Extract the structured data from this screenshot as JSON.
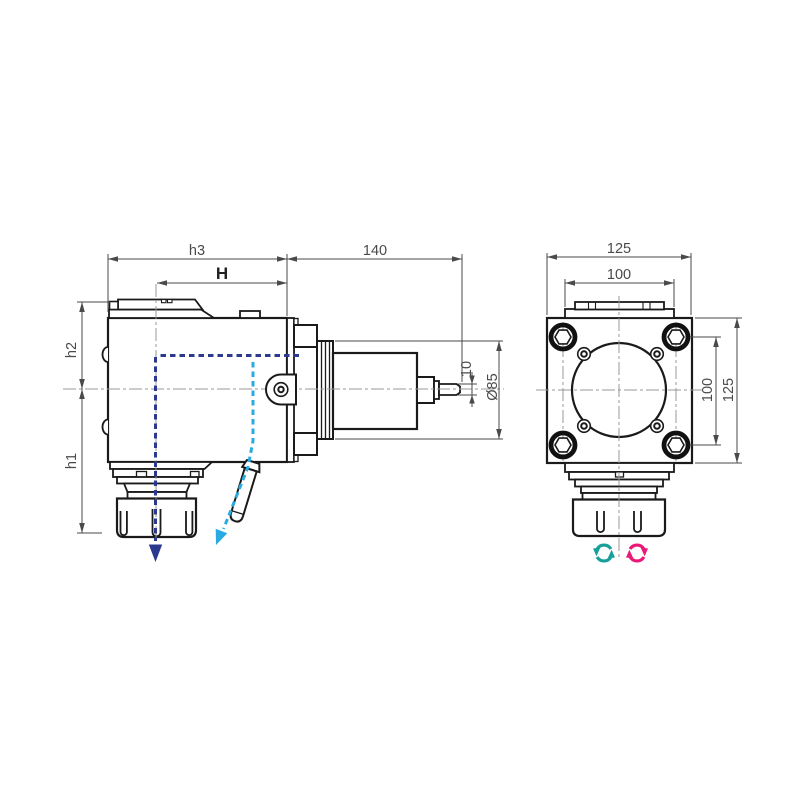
{
  "drawing": {
    "side_view": {
      "labels": {
        "h3": "h3",
        "H": "H",
        "length": "140",
        "h2": "h2",
        "h1": "h1",
        "shaft_dia": "10",
        "flange_dia": "Ø85"
      }
    },
    "front_view": {
      "labels": {
        "width": "125",
        "bolt_spacing_top": "100",
        "bolt_spacing_side": "100",
        "height": "125"
      }
    },
    "colors": {
      "outline": "#1a1a1a",
      "dim": "#4a4a4a",
      "center": "#999999",
      "blue": "#2b3a8e",
      "cyan": "#29abe2",
      "teal": "#17a09a",
      "magenta": "#ea1877"
    }
  }
}
